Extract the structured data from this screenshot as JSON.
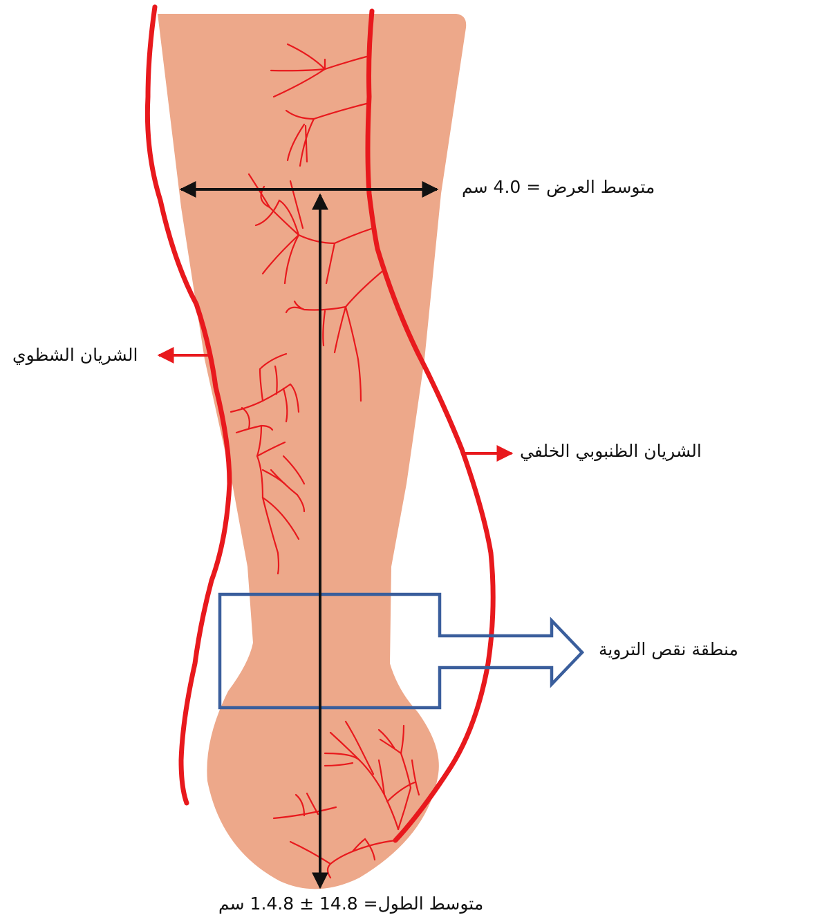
{
  "labels": {
    "average_width": "متوسط العرض = 4.0 سم",
    "peroneal_artery": "الشريان الشظوي",
    "posterior_tibial_artery": "الشريان الظنبوبي الخلفي",
    "ischemic_area": "منطقة نقص التروية",
    "average_length": "متوسط الطول= 14.8 ± 1.4.8 سم"
  },
  "colors": {
    "skin_flap": "#eda88a",
    "artery": "#e8191d",
    "vessel_branch": "#e8191d",
    "ischemic_box": "#3a5e9c",
    "measure_arrow": "#111111",
    "text": "#111111"
  }
}
